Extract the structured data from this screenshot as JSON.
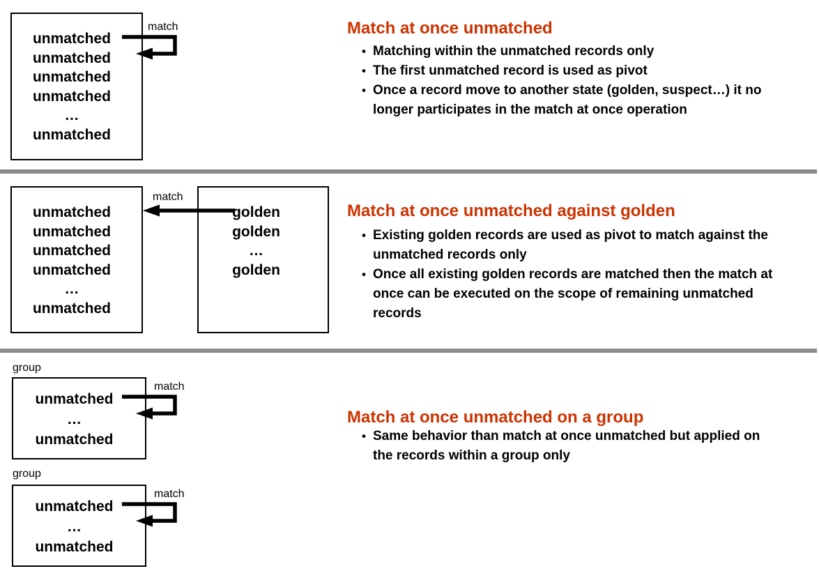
{
  "colors": {
    "heading": "#cc3300",
    "divider": "#8a8a8a",
    "text": "#000000",
    "box_border": "#000000"
  },
  "bullet_char": "•",
  "sections": [
    {
      "heading": "Match at once unmatched",
      "bullets": [
        "Matching within the unmatched records only",
        "The first unmatched record is used as pivot",
        "Once a record move to another state (golden, suspect…) it no longer participates in the match at once operation"
      ],
      "diagram": {
        "arrow_label": "match",
        "box": {
          "rows": [
            "unmatched",
            "unmatched",
            "unmatched",
            "unmatched",
            "…",
            "unmatched"
          ]
        }
      }
    },
    {
      "heading": "Match at once unmatched against golden",
      "bullets": [
        "Existing golden records are used as pivot to match against the unmatched records only",
        "Once all existing golden records are matched then the match at once can be executed on the scope of remaining unmatched records"
      ],
      "diagram": {
        "arrow_label": "match",
        "left_box": {
          "rows": [
            "unmatched",
            "unmatched",
            "unmatched",
            "unmatched",
            "…",
            "unmatched"
          ]
        },
        "right_box": {
          "rows": [
            "golden",
            "golden",
            "…",
            "golden"
          ]
        }
      }
    },
    {
      "heading": "Match at once unmatched on a group",
      "bullets": [
        "Same behavior than match at once unmatched but applied on the records within a group only"
      ],
      "diagram": {
        "groups": [
          {
            "label": "group",
            "arrow_label": "match",
            "box": {
              "rows": [
                "unmatched",
                "…",
                "unmatched"
              ]
            }
          },
          {
            "label": "group",
            "arrow_label": "match",
            "box": {
              "rows": [
                "unmatched",
                "…",
                "unmatched"
              ]
            }
          }
        ]
      }
    }
  ]
}
